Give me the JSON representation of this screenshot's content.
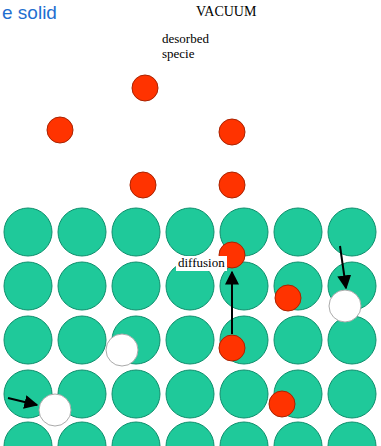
{
  "diagram": {
    "labels": [
      "e solid",
      "VACUUM",
      "desorbed specie",
      "diffusion"
    ]
  }
}
